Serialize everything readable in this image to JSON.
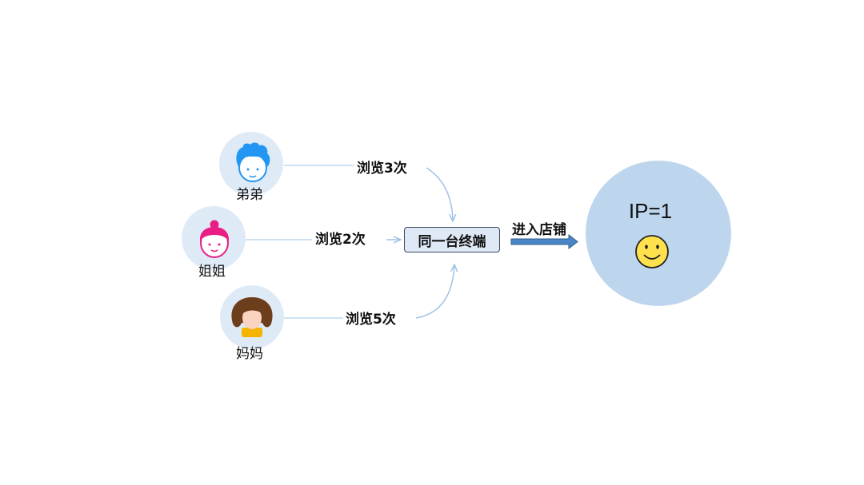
{
  "people": [
    {
      "id": "brother",
      "name": "弟弟",
      "edge_label": "浏览3次",
      "avatar_icon": "boy-avatar-icon",
      "hair_color": "#2196f3"
    },
    {
      "id": "sister",
      "name": "姐姐",
      "edge_label": "浏览2次",
      "avatar_icon": "girl-avatar-icon",
      "hair_color": "#e91e84"
    },
    {
      "id": "mother",
      "name": "妈妈",
      "edge_label": "浏览5次",
      "avatar_icon": "woman-avatar-icon",
      "hair_color": "#6d3e1c"
    }
  ],
  "terminal": {
    "label": "同一台终端"
  },
  "arrow_label": "进入店铺",
  "store": {
    "ip_label": "IP=1",
    "icon": "smiley-face-icon",
    "circle_color": "#bdd6ee"
  },
  "colors": {
    "avatar_bg": "#deeaf6",
    "connector": "#bdd7ee",
    "arrow": "#4a86c5"
  }
}
